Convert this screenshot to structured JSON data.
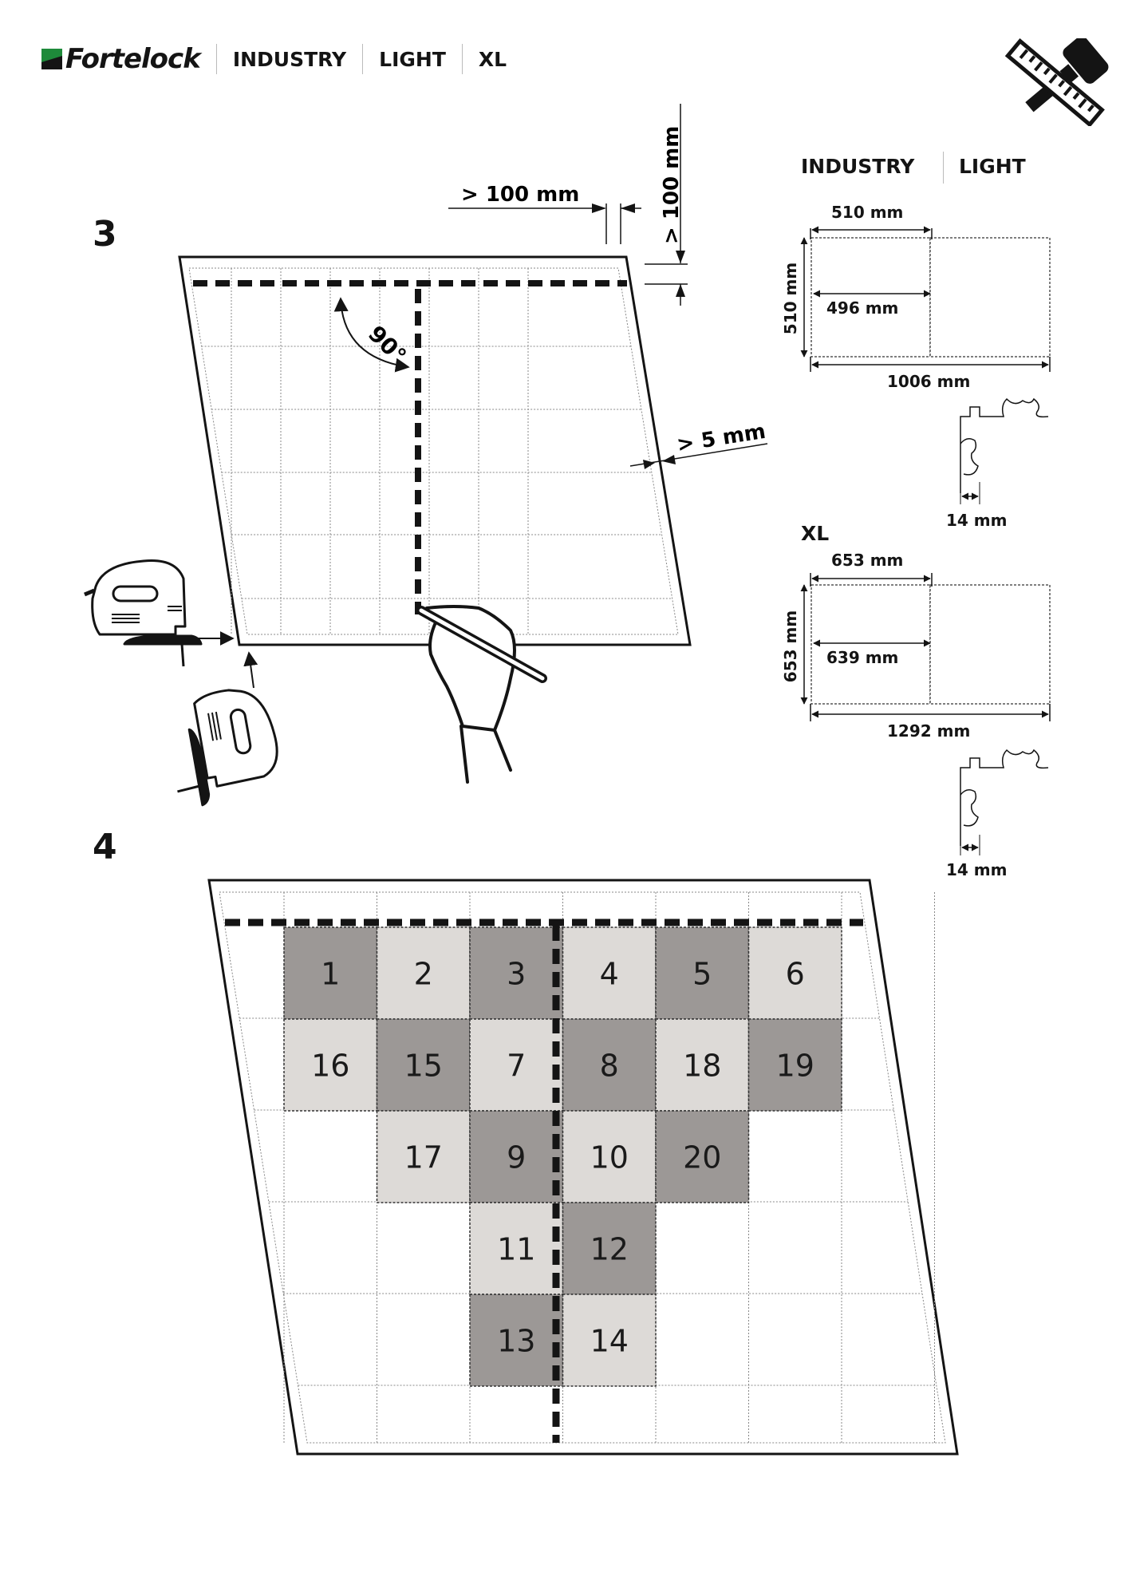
{
  "header": {
    "brand": "Fortelock",
    "product_lines": [
      "INDUSTRY",
      "LIGHT",
      "XL"
    ],
    "tools_icon": "ruler-and-mallet-icon"
  },
  "step3": {
    "number": "3",
    "dim_top": "> 100 mm",
    "dim_side": "> 100 mm",
    "dim_gap": "> 5 mm",
    "angle": "90°",
    "illustrations": [
      "jigsaw-icon",
      "jigsaw-icon",
      "hand-with-pencil-icon"
    ]
  },
  "specs": {
    "industry_light": {
      "title_a": "INDUSTRY",
      "title_b": "LIGHT",
      "tile_width": "510 mm",
      "tile_height": "510 mm",
      "inner_width": "496 mm",
      "total_width": "1006 mm",
      "lock_depth": "14 mm"
    },
    "xl": {
      "title": "XL",
      "tile_width": "653 mm",
      "tile_height": "653 mm",
      "inner_width": "639 mm",
      "total_width": "1292 mm",
      "lock_depth": "14 mm"
    }
  },
  "step4": {
    "number": "4",
    "colors": {
      "dark": "#9c9896",
      "light": "#dddad7"
    },
    "tiles": [
      {
        "label": "1",
        "row": 0,
        "col": 0,
        "shade": "dark"
      },
      {
        "label": "2",
        "row": 0,
        "col": 1,
        "shade": "light"
      },
      {
        "label": "3",
        "row": 0,
        "col": 2,
        "shade": "dark"
      },
      {
        "label": "4",
        "row": 0,
        "col": 3,
        "shade": "light"
      },
      {
        "label": "5",
        "row": 0,
        "col": 4,
        "shade": "dark"
      },
      {
        "label": "6",
        "row": 0,
        "col": 5,
        "shade": "light"
      },
      {
        "label": "16",
        "row": 1,
        "col": 0,
        "shade": "light"
      },
      {
        "label": "15",
        "row": 1,
        "col": 1,
        "shade": "dark"
      },
      {
        "label": "7",
        "row": 1,
        "col": 2,
        "shade": "light"
      },
      {
        "label": "8",
        "row": 1,
        "col": 3,
        "shade": "dark"
      },
      {
        "label": "18",
        "row": 1,
        "col": 4,
        "shade": "light"
      },
      {
        "label": "19",
        "row": 1,
        "col": 5,
        "shade": "dark"
      },
      {
        "label": "17",
        "row": 2,
        "col": 1,
        "shade": "light"
      },
      {
        "label": "9",
        "row": 2,
        "col": 2,
        "shade": "dark"
      },
      {
        "label": "10",
        "row": 2,
        "col": 3,
        "shade": "light"
      },
      {
        "label": "20",
        "row": 2,
        "col": 4,
        "shade": "dark"
      },
      {
        "label": "11",
        "row": 3,
        "col": 2,
        "shade": "light"
      },
      {
        "label": "12",
        "row": 3,
        "col": 3,
        "shade": "dark"
      },
      {
        "label": "13",
        "row": 4,
        "col": 2,
        "shade": "dark"
      },
      {
        "label": "14",
        "row": 4,
        "col": 3,
        "shade": "light"
      }
    ]
  }
}
